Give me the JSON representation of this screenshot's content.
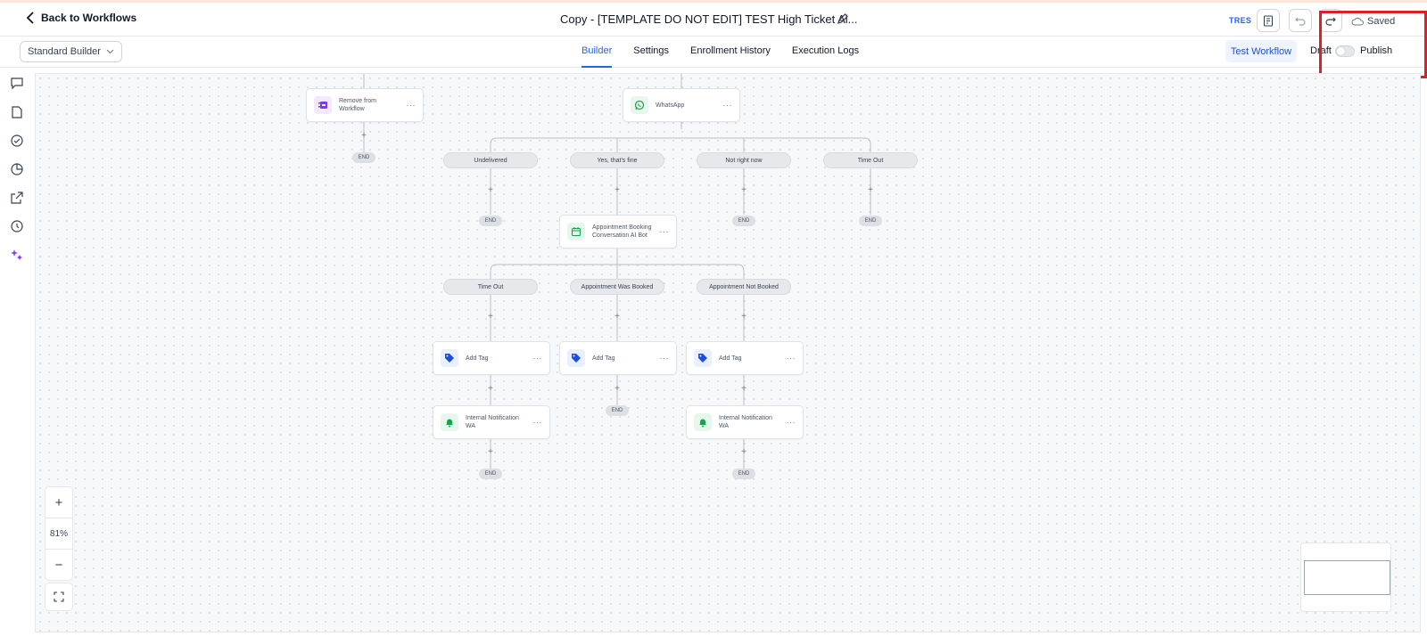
{
  "header": {
    "back_label": "Back to Workflows",
    "title": "Copy - [TEMPLATE DO NOT EDIT] TEST High Ticket Al...",
    "brand": "TRES",
    "saved_label": "Saved"
  },
  "toolbar": {
    "builder_mode": "Standard Builder",
    "tabs": [
      {
        "label": "Builder",
        "active": true
      },
      {
        "label": "Settings",
        "active": false
      },
      {
        "label": "Enrollment History",
        "active": false
      },
      {
        "label": "Execution Logs",
        "active": false
      }
    ],
    "test_label": "Test Workflow",
    "draft_label": "Draft",
    "publish_label": "Publish",
    "published": false
  },
  "canvas": {
    "zoom": "81%",
    "nodes": {
      "remove": {
        "label": "Remove from Workflow",
        "icon": "remove-workflow-icon"
      },
      "whatsapp": {
        "label": "WhatsApp",
        "icon": "whatsapp-icon"
      },
      "appointment": {
        "label": "Appointment Booking Conversation AI Bot",
        "icon": "calendar-icon"
      },
      "tag1": {
        "label": "Add Tag",
        "icon": "tag-icon"
      },
      "tag2": {
        "label": "Add Tag",
        "icon": "tag-icon"
      },
      "tag3": {
        "label": "Add Tag",
        "icon": "tag-icon"
      },
      "notif1": {
        "label": "Internal Notification WA",
        "icon": "bell-icon"
      },
      "notif2": {
        "label": "Internal Notification WA",
        "icon": "bell-icon"
      }
    },
    "branches": {
      "undelivered": "Undelivered",
      "yes_fine": "Yes, that's fine",
      "not_now": "Not right now",
      "timeout1": "Time Out",
      "timeout2": "Time Out",
      "booked": "Appointment Was Booked",
      "not_booked": "Appointment Not Booked"
    },
    "end_label": "END",
    "colors": {
      "accent": "#2563eb",
      "whatsapp": "#16a34a",
      "tag": "#1d4ed8",
      "remove": "#7c3aed",
      "highlight": "#e11d2a"
    }
  }
}
